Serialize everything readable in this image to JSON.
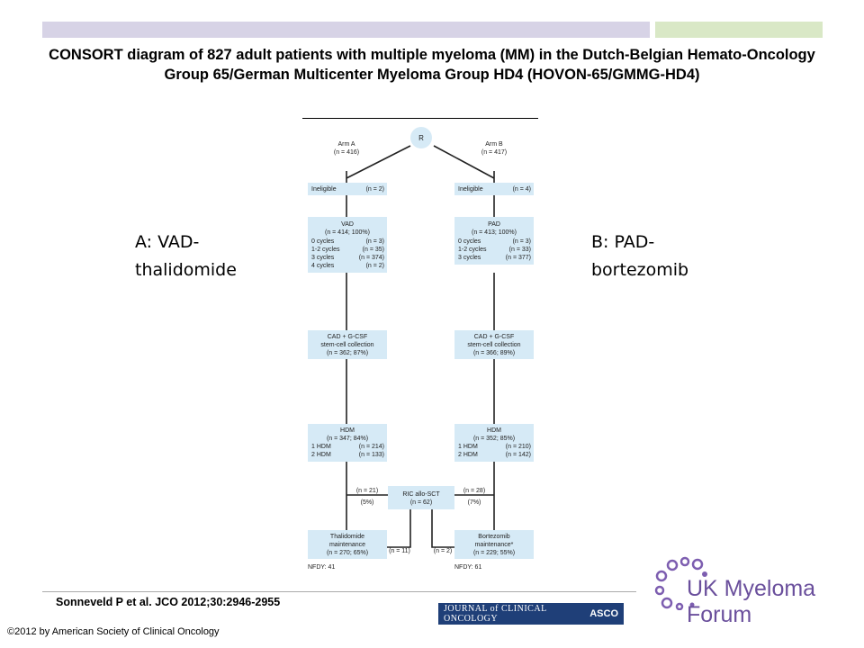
{
  "title": "CONSORT diagram of 827 adult patients with multiple myeloma (MM) in the Dutch-Belgian Hemato-Oncology Group 65/German Multicenter Myeloma Group HD4 (HOVON-65/GMMG-HD4)",
  "label_a": "A: VAD-thalidomide",
  "label_b": "B: PAD-bortezomib",
  "diagram": {
    "root": "R",
    "arm_a": {
      "name": "Arm A",
      "n": "(n = 416)"
    },
    "arm_b": {
      "name": "Arm B",
      "n": "(n = 417)"
    },
    "ineligible_a": {
      "label": "Ineligible",
      "n": "(n = 2)"
    },
    "ineligible_b": {
      "label": "Ineligible",
      "n": "(n = 4)"
    },
    "induction_a": {
      "title": "VAD",
      "n": "(n = 414; 100%)",
      "rows": [
        {
          "label": "0 cycles",
          "n": "(n = 3)"
        },
        {
          "label": "1-2 cycles",
          "n": "(n = 35)"
        },
        {
          "label": "3 cycles",
          "n": "(n = 374)"
        },
        {
          "label": "4 cycles",
          "n": "(n = 2)"
        }
      ]
    },
    "induction_b": {
      "title": "PAD",
      "n": "(n = 413; 100%)",
      "rows": [
        {
          "label": "0 cycles",
          "n": "(n = 3)"
        },
        {
          "label": "1-2 cycles",
          "n": "(n = 33)"
        },
        {
          "label": "3 cycles",
          "n": "(n = 377)"
        }
      ]
    },
    "collection_a": {
      "line1": "CAD + G-CSF",
      "line2": "stem-cell collection",
      "n": "(n = 362; 87%)"
    },
    "collection_b": {
      "line1": "CAD + G-CSF",
      "line2": "stem-cell collection",
      "n": "(n = 366; 89%)"
    },
    "hdm_a": {
      "title": "HDM",
      "n": "(n = 347; 84%)",
      "rows": [
        {
          "label": "1 HDM",
          "n": "(n = 214)"
        },
        {
          "label": "2 HDM",
          "n": "(n = 133)"
        }
      ]
    },
    "hdm_b": {
      "title": "HDM",
      "n": "(n = 352; 85%)",
      "rows": [
        {
          "label": "1 HDM",
          "n": "(n = 210)"
        },
        {
          "label": "2 HDM",
          "n": "(n = 142)"
        }
      ]
    },
    "allo": {
      "title": "RIC allo-SCT",
      "n": "(n = 62)"
    },
    "to_allo_a": {
      "n": "(n = 21)",
      "pct": "(5%)"
    },
    "to_allo_b": {
      "n": "(n = 28)",
      "pct": "(7%)"
    },
    "from_allo_a": "(n = 11)",
    "from_allo_b": "(n = 2)",
    "maint_a": {
      "line1": "Thalidomide",
      "line2": "maintenance",
      "n": "(n = 270; 65%)"
    },
    "maint_b": {
      "line1": "Bortezomib",
      "line2": "maintenance*",
      "n": "(n = 229; 55%)"
    },
    "nfdy_a": "NFDY: 41",
    "nfdy_b": "NFDY: 61"
  },
  "citation": "Sonneveld P et al. JCO 2012;30:2946-2955",
  "copyright": "©2012 by American Society of Clinical Oncology",
  "journal_name": "JOURNAL of CLINICAL ONCOLOGY",
  "journal_publisher": "ASCO",
  "logo_text": "UK Myeloma Forum",
  "colors": {
    "box_fill": "#d6eaf6",
    "top_bar_left": "#d7d3e6",
    "top_bar_right": "#d9e8c6",
    "logo": "#6a4f9c"
  }
}
